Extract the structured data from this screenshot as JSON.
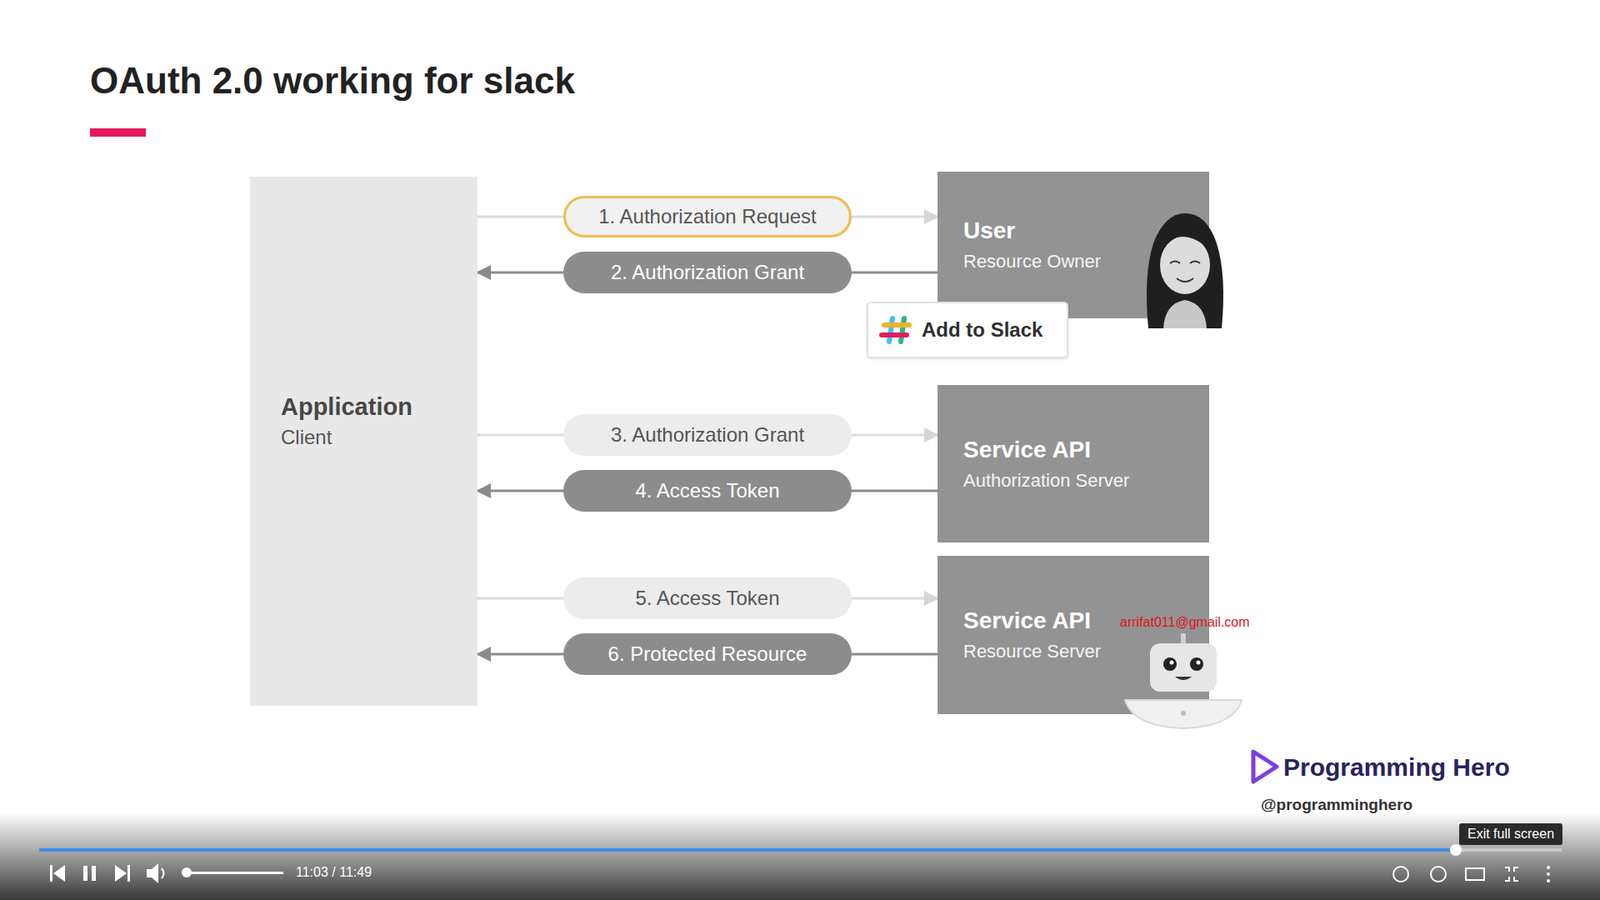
{
  "diagram": {
    "title": "OAuth 2.0 working for slack",
    "nodes": [
      {
        "text": [
          "Application",
          "Client"
        ]
      },
      {
        "text": [
          "User",
          "Resource Owner"
        ]
      },
      {
        "text": [
          "Add to Slack"
        ]
      },
      {
        "text": [
          "Service API",
          "Authorization Server"
        ]
      },
      {
        "text": [
          "Service API",
          "Resource Server"
        ]
      }
    ],
    "edges": [
      {
        "from": 0,
        "to": 1,
        "label": "1. Authorization Request",
        "arrow": "to"
      },
      {
        "from": 1,
        "to": 0,
        "label": "2. Authorization Grant",
        "arrow": "to"
      },
      {
        "from": 0,
        "to": 3,
        "label": "3. Authorization Grant",
        "arrow": "to"
      },
      {
        "from": 3,
        "to": 0,
        "label": "4. Access Token",
        "arrow": "to"
      },
      {
        "from": 0,
        "to": 4,
        "label": "5. Access Token",
        "arrow": "to"
      },
      {
        "from": 4,
        "to": 0,
        "label": "6. Protected Resource",
        "arrow": "to"
      }
    ],
    "labels": [
      "arrifat011@gmail.com",
      "Programming Hero",
      "@programminghero",
      "11:03 / 11:49",
      "Exit full screen"
    ]
  }
}
